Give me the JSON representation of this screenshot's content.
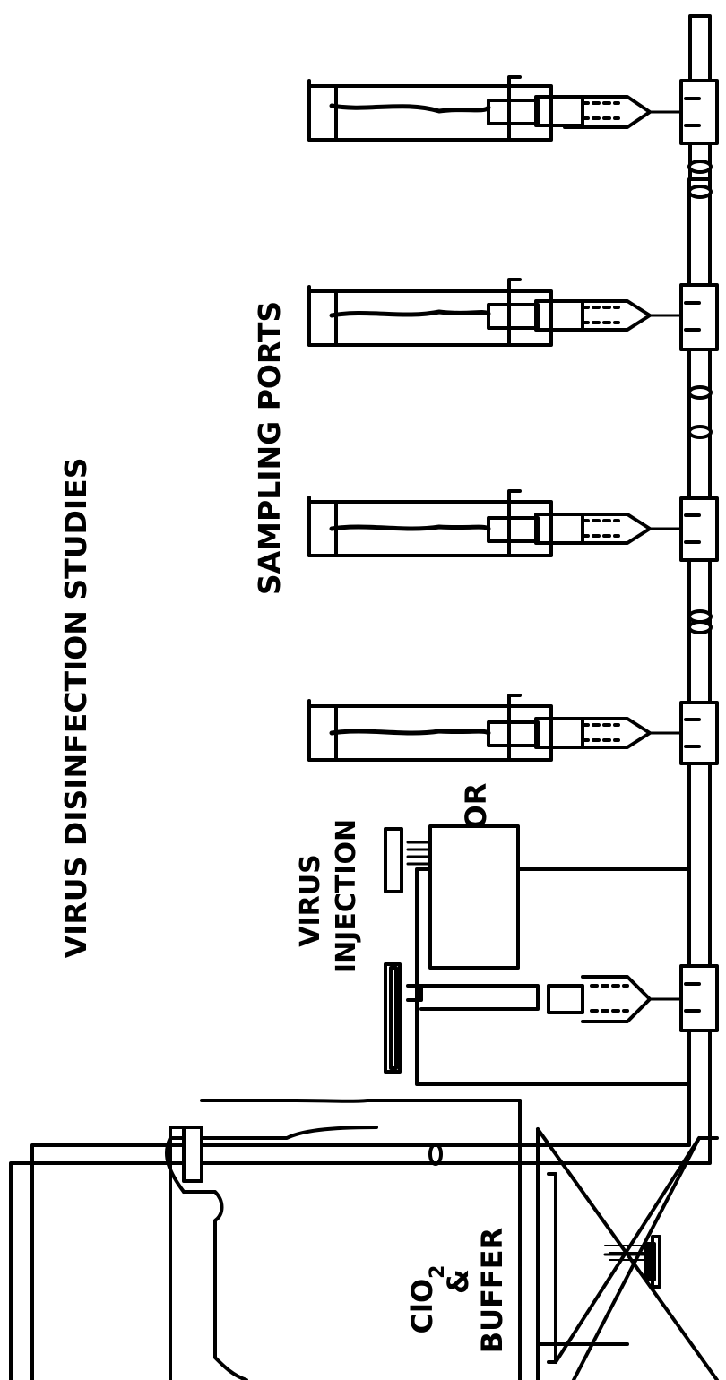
{
  "diagram": {
    "title": "VIRUS DISINFECTION STUDIES",
    "labels": {
      "sampling_ports": "SAMPLING PORTS",
      "virus_injection": [
        "VIRUS",
        "INJECTION"
      ],
      "motor": "MOTOR",
      "bottle_contents": [
        "ClO",
        "2",
        "&",
        "BUFFER"
      ]
    },
    "sampling_port_count": 4
  }
}
